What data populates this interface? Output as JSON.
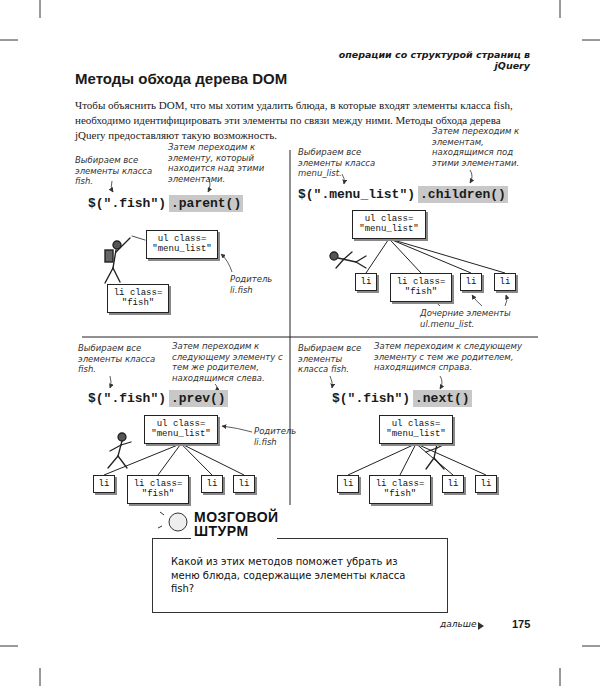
{
  "diagram": {
    "title": "Методы обхода дерева DOM",
    "nodes": [
      {
        "text": [
          "ul class= \"menu_list\""
        ]
      },
      {
        "text": [
          "li class= \"fish\""
        ]
      },
      {
        "text": [
          "ul class= \"menu_list\""
        ]
      },
      {
        "text": [
          "li"
        ]
      },
      {
        "text": [
          "li class= \"fish\""
        ]
      },
      {
        "text": [
          "li"
        ]
      },
      {
        "text": [
          "li"
        ]
      },
      {
        "text": [
          "ul class= \"menu_list\""
        ]
      },
      {
        "text": [
          "li"
        ]
      },
      {
        "text": [
          "li class= \"fish\""
        ]
      },
      {
        "text": [
          "li"
        ]
      },
      {
        "text": [
          "li"
        ]
      },
      {
        "text": [
          "ul class= \"menu_list\""
        ]
      },
      {
        "text": [
          "li"
        ]
      },
      {
        "text": [
          "li class= \"fish\""
        ]
      },
      {
        "text": [
          "li"
        ]
      },
      {
        "text": [
          "li"
        ]
      },
      {
        "text": [
          "МОЗГОВОЙ ШТУРМ",
          "Какой из этих методов поможет убрать из меню блюда, содержащие элементы класса fish?"
        ]
      }
    ],
    "edges": [
      {
        "from": 2,
        "to": 3,
        "arrow": "none"
      },
      {
        "from": 2,
        "to": 4,
        "arrow": "none"
      },
      {
        "from": 2,
        "to": 5,
        "arrow": "none"
      },
      {
        "from": 2,
        "to": 6,
        "arrow": "none"
      },
      {
        "from": 7,
        "to": 8,
        "arrow": "none"
      },
      {
        "from": 7,
        "to": 9,
        "arrow": "none"
      },
      {
        "from": 7,
        "to": 10,
        "arrow": "none"
      },
      {
        "from": 7,
        "to": 11,
        "arrow": "none"
      },
      {
        "from": 12,
        "to": 13,
        "arrow": "none"
      },
      {
        "from": 12,
        "to": 14,
        "arrow": "none"
      },
      {
        "from": 12,
        "to": 15,
        "arrow": "none"
      },
      {
        "from": 12,
        "to": 16,
        "arrow": "none"
      }
    ],
    "labels": [
      "операции со структурой страниц в jQuery",
      "Чтобы объяснить DOM, что мы хотим удалить блюда, в которые входят элементы класса fish, необходимо идентифицировать эти элементы по связи между ними. Методы обхода дерева jQuery предоставляют такую возможность.",
      "Выбираем все элементы класса fish.",
      "Затем переходим к элементу, который находится над этими элементами.",
      "$(\".fish\")",
      ".parent()",
      "Родитель li.fish",
      "Выбираем все элементы класса menu_list.",
      "Затем переходим к элементам, находящимся под этими элементами.",
      "$(\".menu_list\")",
      ".children()",
      "Дочерние элементы ul.menu_list.",
      "Выбираем все элементы класса fish.",
      "Затем переходим к следующему элементу с тем же родителем, находящимся слева.",
      "$(\".fish\")",
      ".prev()",
      "Родитель li.fish",
      "Выбираем все элементы класса fish.",
      "Затем переходим к следующему элементу с тем же родителем, находящимся справа.",
      "$(\".fish\")",
      ".next()",
      "дальше",
      "175"
    ]
  }
}
